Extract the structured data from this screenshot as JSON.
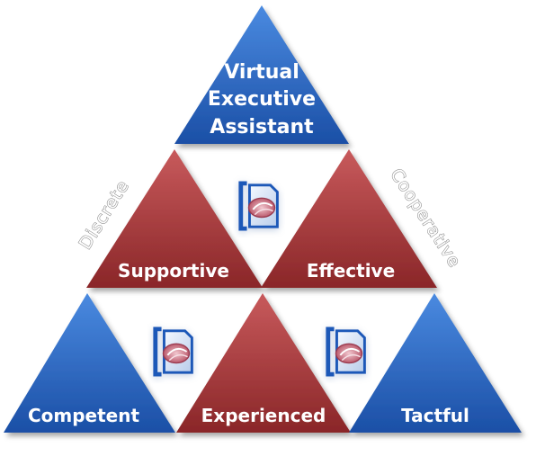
{
  "triangles": {
    "top": [
      "Virtual",
      "Executive",
      "Assistant"
    ],
    "supportive": "Supportive",
    "effective": "Effective",
    "competent": "Competent",
    "experienced": "Experienced",
    "tactful": "Tactful"
  },
  "side_labels": {
    "left": "Discrete",
    "right": "Cooperative"
  },
  "colors": {
    "blue_light": "#3f7fd8",
    "blue_dark": "#1b4fa6",
    "red_light": "#c45458",
    "red_dark": "#8f2a2c"
  },
  "icons": [
    "brand-logo-icon",
    "brand-logo-icon",
    "brand-logo-icon"
  ]
}
